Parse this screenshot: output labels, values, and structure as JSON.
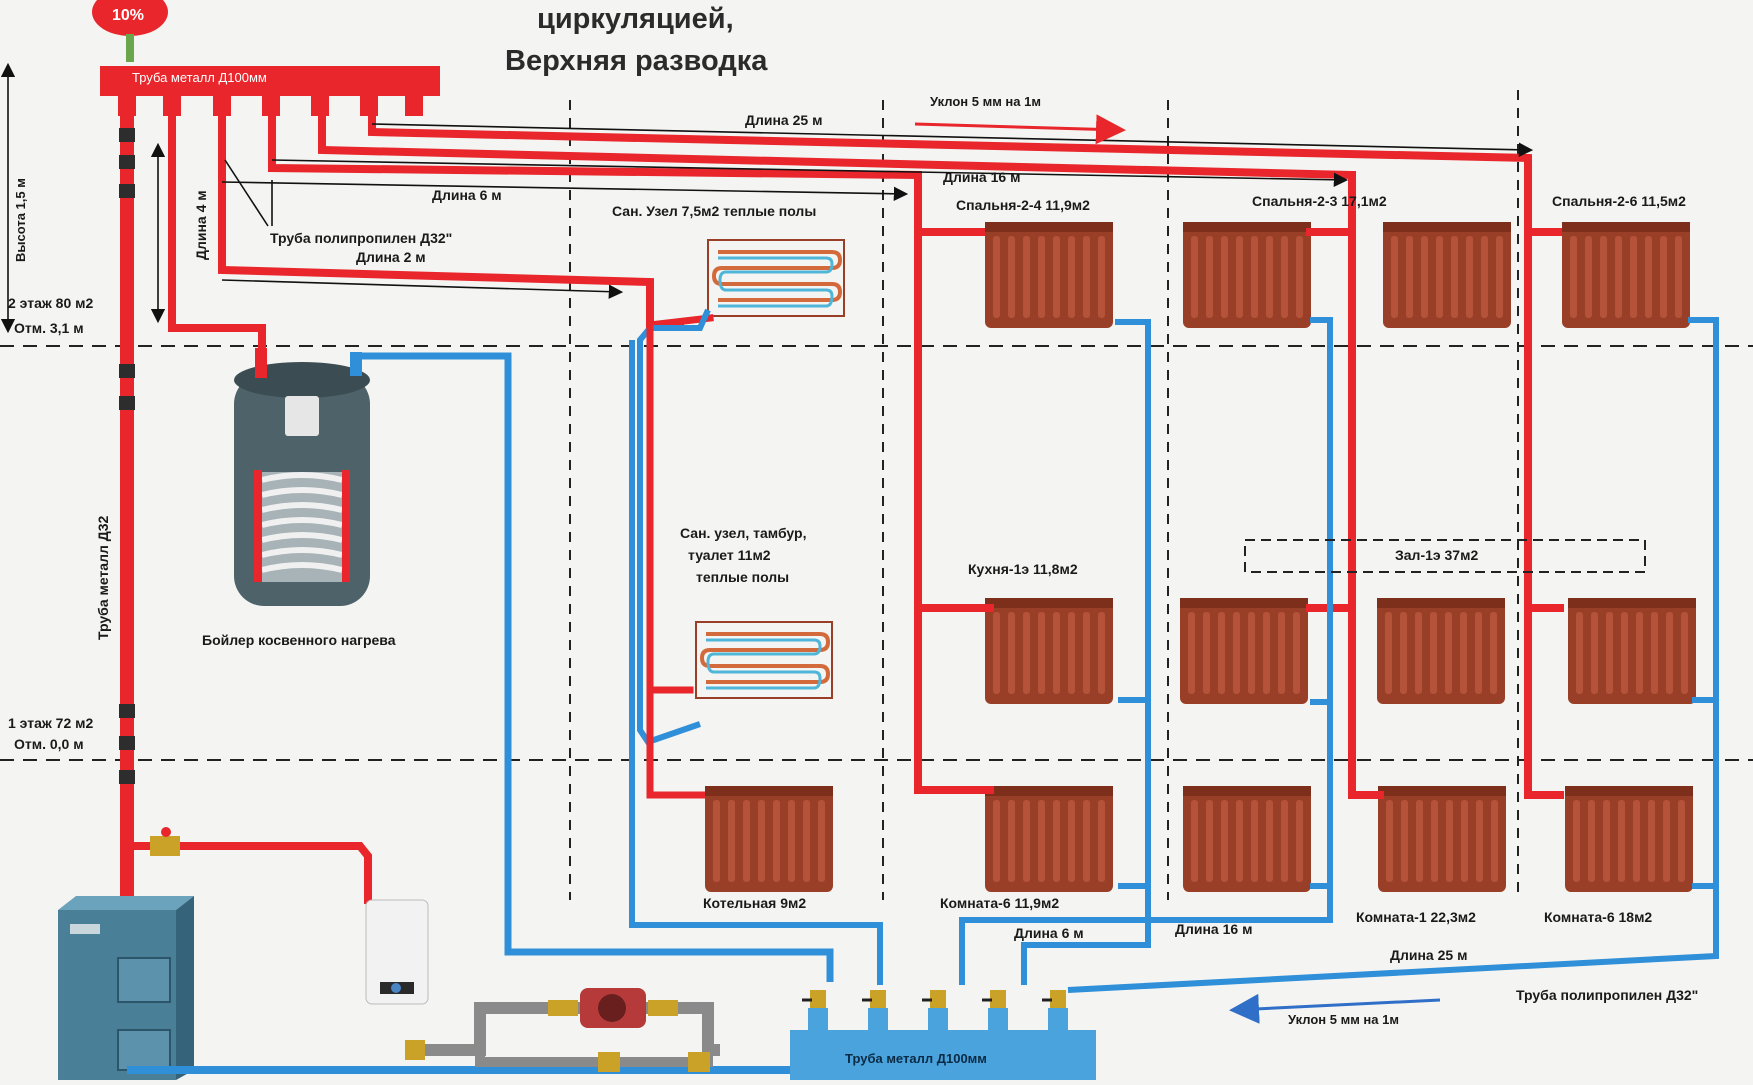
{
  "title": {
    "line1": "циркуляцией,",
    "line2": "Верхняя разводка"
  },
  "expansion_tank": {
    "label": "10%"
  },
  "top_manifold": {
    "label": "Труба металл Д100мм"
  },
  "bottom_manifold": {
    "label": "Труба металл Д100мм"
  },
  "riser": {
    "label": "Труба металл Д32"
  },
  "levels": {
    "floor2": {
      "label": "2 этаж 80 м2",
      "mark": "Отм. 3,1 м"
    },
    "floor1": {
      "label": "1 этаж 72 м2",
      "mark": "Отм. 0,0 м"
    },
    "height": "Высота 1,5 м"
  },
  "annotations": {
    "slope_top": "Уклон 5 мм на 1м",
    "len25_top": "Длина 25 м",
    "len16_top": "Длина 16 м",
    "len6_top": "Длина 6 м",
    "len4": "Длина 4 м",
    "pp_pipe_top": "Труба полипропилен Д32\"",
    "len2": "Длина 2 м",
    "len6_bottom": "Длина 6 м",
    "len16_bottom": "Длина 16 м",
    "len25_bottom": "Длина 25 м",
    "pp_pipe_bottom": "Труба полипропилен Д32\"",
    "slope_bottom": "Уклон 5 мм на 1м"
  },
  "boiler": {
    "label": "Бойлер косвенного нагрева"
  },
  "floors": {
    "upper": "Сан. Узел 7,5м2 теплые полы",
    "lower_line1": "Сан. узел, тамбур,",
    "lower_line2": "туалет 11м2",
    "lower_line3": "теплые полы"
  },
  "rooms": {
    "spalnya24": "Спальня-2-4   11,9м2",
    "spalnya23": "Спальня-2-3   17,1м2",
    "spalnya26": "Спальня-2-6   11,5м2",
    "kuhnya": "Кухня-1э   11,8м2",
    "zal": "Зал-1э   37м2",
    "kotelnaya": "Котельная 9м2",
    "komnata6a": "Комната-6 11,9м2",
    "komnata1": "Комната-1 22,3м2",
    "komnata6b": "Комната-6 18м2"
  },
  "colors": {
    "hot_pipe": "#e8262b",
    "cold_pipe": "#2f8fd8",
    "radiator": "#9a3f27",
    "manifold_cold": "#4aa3dd",
    "boiler_body": "#4d6369"
  },
  "icons": [
    "expansion-tank-icon",
    "radiator-icon",
    "underfloor-heating-icon",
    "indirect-boiler-icon",
    "solid-fuel-boiler-icon",
    "gas-boiler-icon",
    "circulation-pump-icon",
    "valve-icon"
  ]
}
